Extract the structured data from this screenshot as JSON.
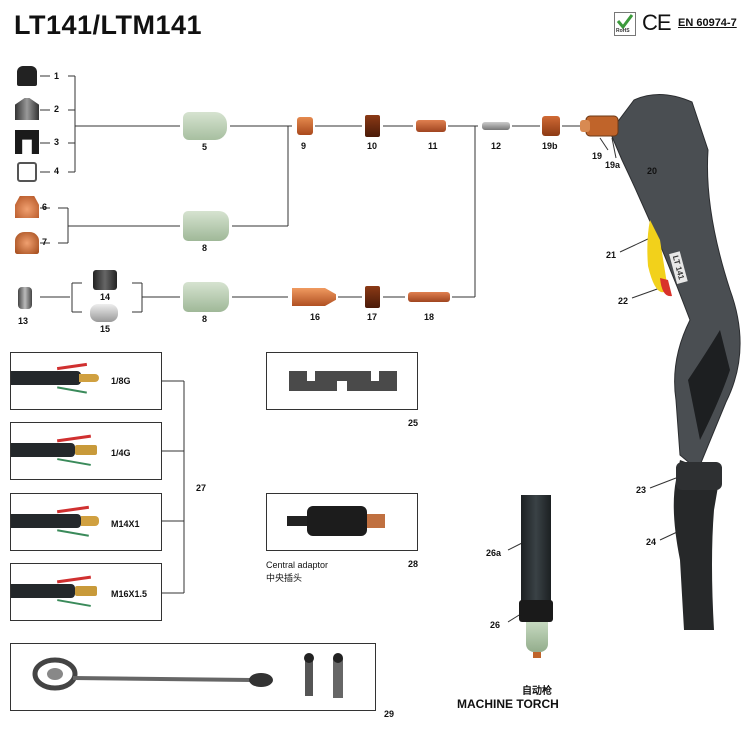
{
  "header": {
    "title": "LT141/LTM141",
    "rohs_label": "RoHS",
    "ce_label": "CE",
    "standard": "EN 60974-7"
  },
  "labels": {
    "p1": "1",
    "p2": "2",
    "p3": "3",
    "p4": "4",
    "p5": "5",
    "p6": "6",
    "p7": "7",
    "p8a": "8",
    "p8b": "8",
    "p9": "9",
    "p10": "10",
    "p11": "11",
    "p12": "12",
    "p13": "13",
    "p14": "14",
    "p15": "15",
    "p16": "16",
    "p17": "17",
    "p18": "18",
    "p19": "19",
    "p19a": "19a",
    "p19b": "19b",
    "p20": "20",
    "p21": "21",
    "p22": "22",
    "p23": "23",
    "p24": "24",
    "p25": "25",
    "p26": "26",
    "p26a": "26a",
    "p27": "27",
    "p28": "28",
    "p29": "29"
  },
  "cables": [
    "1/8G",
    "1/4G",
    "M14X1",
    "M16X1.5"
  ],
  "torch_badge": "LT 141",
  "central_adaptor": {
    "en": "Central adaptor",
    "cn": "中央插头"
  },
  "machine_torch": {
    "cn": "自动枪",
    "en": "MACHINE TORCH"
  },
  "colors": {
    "torch": "#4a4e52",
    "copper": "#c0642a",
    "ceramic": "#b9cfb3",
    "trigger": "#f2d11b",
    "trigger_red": "#d9322b"
  }
}
